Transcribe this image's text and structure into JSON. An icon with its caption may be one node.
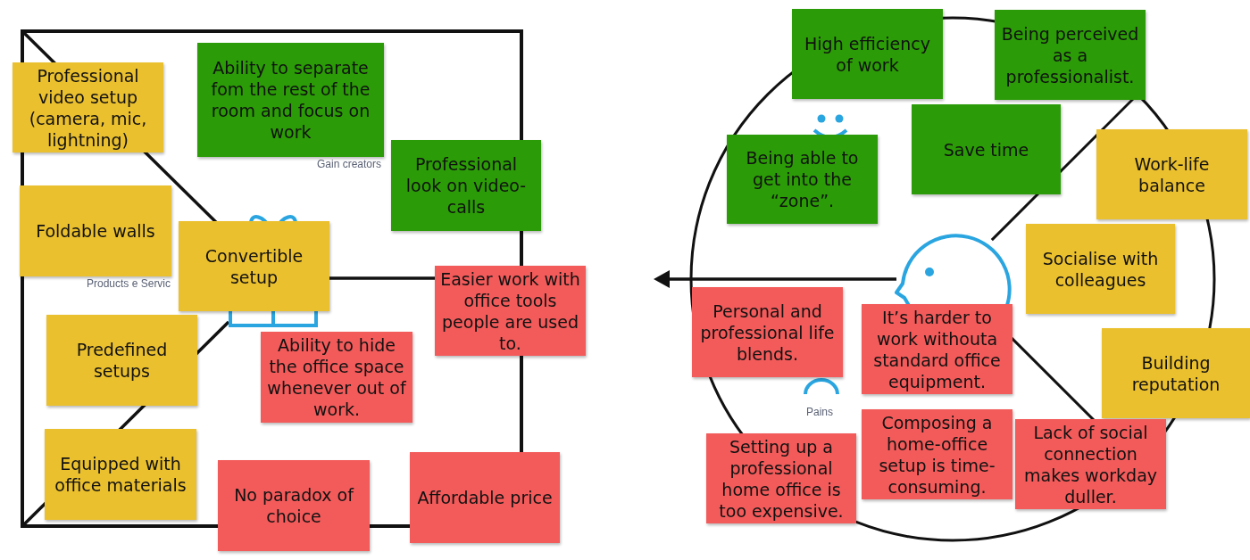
{
  "diagram": {
    "nodes": [
      {
        "text": [
          "Professional video setup (camera, mic, lightning)"
        ]
      },
      {
        "text": [
          "Ability to separate fom the rest of the room and focus on work"
        ]
      },
      {
        "text": [
          "Professional look on video-calls"
        ]
      },
      {
        "text": [
          "Foldable walls"
        ]
      },
      {
        "text": [
          "Convertible setup"
        ]
      },
      {
        "text": [
          "Easier work with office tools people are used to."
        ]
      },
      {
        "text": [
          "Predefined setups"
        ]
      },
      {
        "text": [
          "Ability to hide the office space whenever out of work."
        ]
      },
      {
        "text": [
          "Equipped with office materials"
        ]
      },
      {
        "text": [
          "No paradox of choice"
        ]
      },
      {
        "text": [
          "Affordable price"
        ]
      },
      {
        "text": [
          "High efficiency of work"
        ]
      },
      {
        "text": [
          "Being perceived as a professionalist."
        ]
      },
      {
        "text": [
          "Being able to get into the “zone”."
        ]
      },
      {
        "text": [
          "Save time"
        ]
      },
      {
        "text": [
          "Work-life balance"
        ]
      },
      {
        "text": [
          "Socialise with colleagues"
        ]
      },
      {
        "text": [
          "Personal and professional life blends."
        ]
      },
      {
        "text": [
          "It’s harder to work withouta standard office equipment."
        ]
      },
      {
        "text": [
          "Building reputation"
        ]
      },
      {
        "text": [
          "Setting up a professional home office is too expensive."
        ]
      },
      {
        "text": [
          "Composing a home-office setup is time-consuming."
        ]
      },
      {
        "text": [
          "Lack of social connection makes workday duller."
        ]
      }
    ],
    "labels": [
      "Gain creators",
      "Products e Servic",
      "Pains"
    ]
  }
}
